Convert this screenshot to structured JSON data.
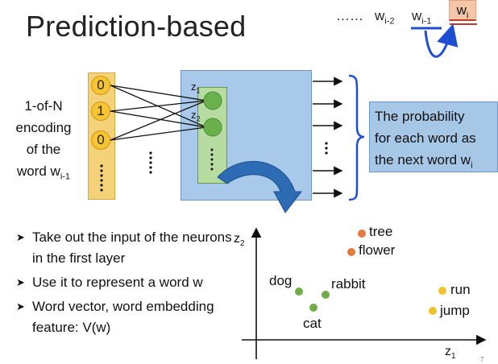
{
  "title": "Prediction-based",
  "sequence": {
    "dots": "……",
    "w_im2": "w",
    "w_im2_sub": "i-2",
    "w_im1": "w",
    "w_im1_sub": "i-1",
    "w_i": "w",
    "w_i_sub": "i"
  },
  "input_label": {
    "line1": "1-of-N",
    "line2": "encoding",
    "line3": "of the",
    "line4_prefix": "word w",
    "line4_sub": "i-1"
  },
  "input_bits": [
    "0",
    "1",
    "0"
  ],
  "hidden_labels": [
    {
      "z": "z",
      "sub": "1"
    },
    {
      "z": "z",
      "sub": "2"
    }
  ],
  "output_box": {
    "line1": "The probability",
    "line2": "for each word as",
    "line3_prefix": "the next word w",
    "line3_sub": "i"
  },
  "bullets": [
    "Take out the input of the neurons in the first layer",
    "Use it to represent a word w",
    "Word vector, word embedding feature: V(w)"
  ],
  "plot": {
    "xlabel": "z",
    "xlabel_sub": "1",
    "ylabel": "z",
    "ylabel_sub": "2",
    "words": [
      {
        "label": "tree",
        "color": "#e07a3e"
      },
      {
        "label": "flower",
        "color": "#e07a3e"
      },
      {
        "label": "dog",
        "color": "#70ad47"
      },
      {
        "label": "rabbit",
        "color": "#70ad47"
      },
      {
        "label": "cat",
        "color": "#70ad47"
      },
      {
        "label": "run",
        "color": "#f2c12e"
      },
      {
        "label": "jump",
        "color": "#f2c12e"
      }
    ]
  },
  "page_number": "7",
  "colors": {
    "network_fill": "#a9c9ea",
    "hidden_fill": "#b7dca1",
    "neuron": "#6ab04c",
    "input_fill": "#f4d27a",
    "bit_fill": "#f7c531",
    "curve_arrow": "#2e6bb5",
    "brace": "#1f4fd1",
    "target_box": "#f6c6a8"
  }
}
